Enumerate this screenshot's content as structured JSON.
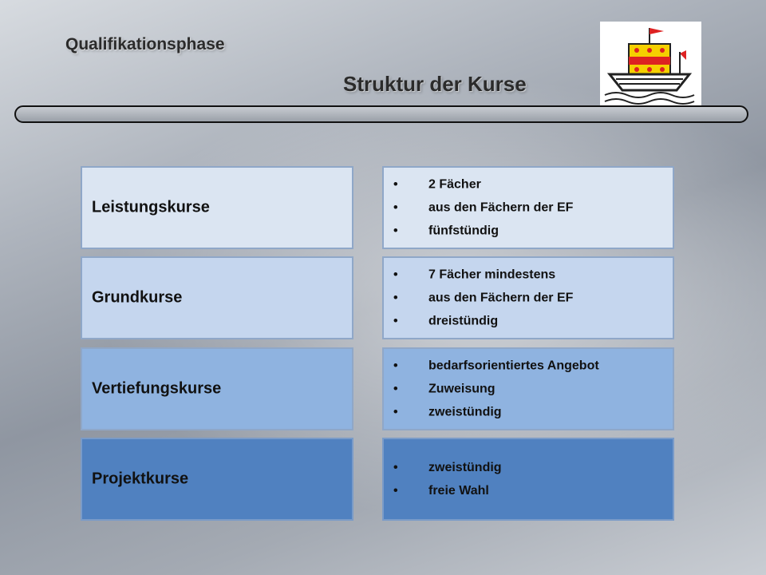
{
  "slide": {
    "subtitle": "Qualifikationsphase",
    "title": "Struktur der Kurse"
  },
  "rows": [
    {
      "label": "Leistungskurse",
      "bullets": [
        "2 Fächer",
        "aus den Fächern der EF",
        "fünfstündig"
      ],
      "color": "#dbe5f2"
    },
    {
      "label": "Grundkurse",
      "bullets": [
        "7 Fächer mindestens",
        "aus den Fächern der EF",
        "dreistündig"
      ],
      "color": "#c5d6ee"
    },
    {
      "label": "Vertiefungskurse",
      "bullets": [
        "bedarfsorientiertes Angebot",
        "Zuweisung",
        "zweistündig"
      ],
      "color": "#8fb3e0"
    },
    {
      "label": "Projektkurse",
      "bullets": [
        "zweistündig",
        "freie Wahl"
      ],
      "color": "#5081c0"
    }
  ]
}
